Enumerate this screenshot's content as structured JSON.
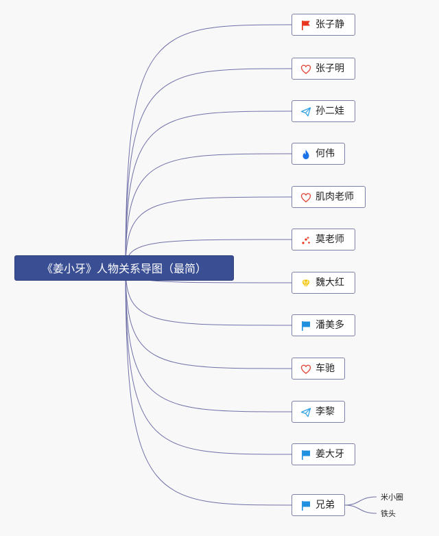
{
  "diagram": {
    "root": {
      "label": "《姜小牙》人物关系导图（最简）"
    },
    "characters": [
      {
        "name": "张子静",
        "icon": "red-flag-icon"
      },
      {
        "name": "张子明",
        "icon": "heart-icon"
      },
      {
        "name": "孙二娃",
        "icon": "paper-plane-icon"
      },
      {
        "name": "何伟",
        "icon": "flame-icon"
      },
      {
        "name": "肌肉老师",
        "icon": "heart-icon"
      },
      {
        "name": "莫老师",
        "icon": "sparkle-icon"
      },
      {
        "name": "魏大红",
        "icon": "diamond-icon"
      },
      {
        "name": "潘美多",
        "icon": "blue-flag-icon"
      },
      {
        "name": "车驰",
        "icon": "heart-icon"
      },
      {
        "name": "李黎",
        "icon": "paper-plane-icon"
      },
      {
        "name": "姜大牙",
        "icon": "blue-flag-icon"
      },
      {
        "name": "兄弟",
        "icon": "blue-flag-icon",
        "children": [
          "米小圈",
          "铁头"
        ]
      }
    ],
    "colors": {
      "root_fill": "#3a4e94",
      "connector": "#6f6fa8",
      "red_flag": "#e8341c",
      "blue_flag": "#1f8fe0",
      "heart": "#e0483a",
      "flame": "#1a73e8",
      "plane": "#2ea0e6",
      "diamond": "#f5c400"
    }
  }
}
